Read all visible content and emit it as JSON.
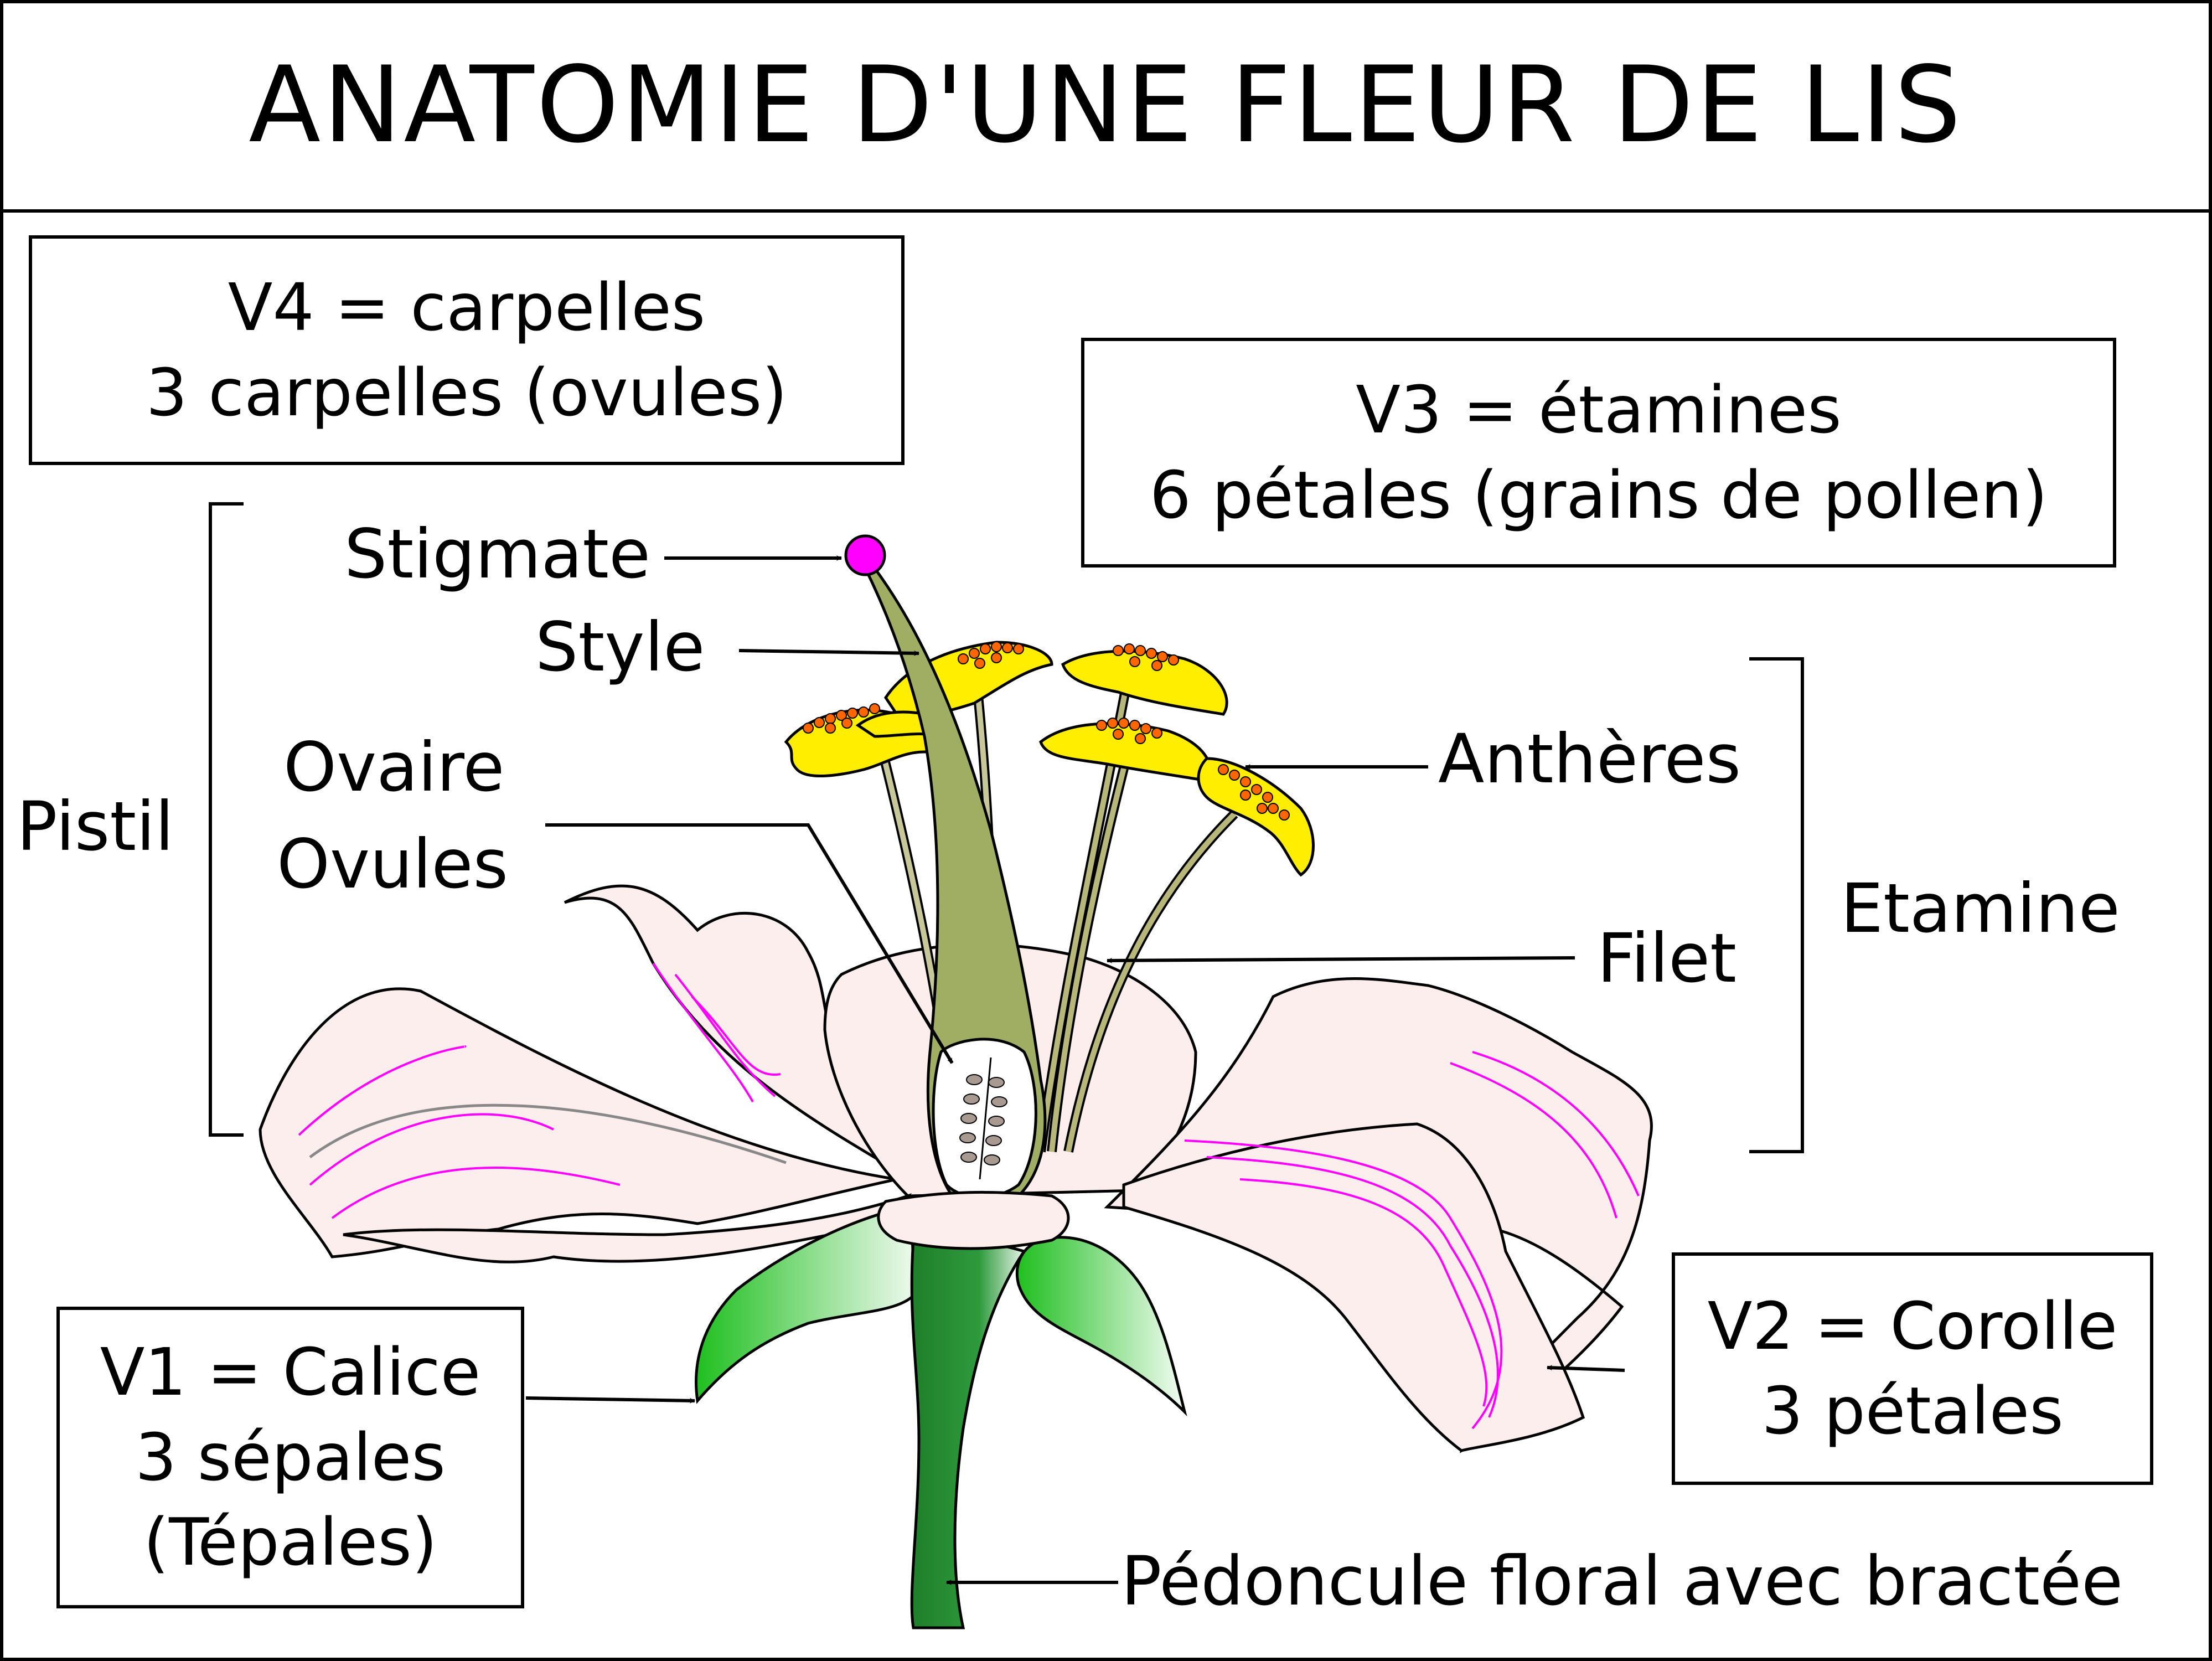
{
  "title": "ANATOMIE D'UNE FLEUR DE LIS",
  "boxes": {
    "v4": {
      "line1": "V4 = carpelles",
      "line2": "3 carpelles (ovules)"
    },
    "v3": {
      "line1": "V3 = étamines",
      "line2": "6 pétales (grains de pollen)"
    },
    "v1": {
      "line1": "V1 = Calice",
      "line2": "3 sépales",
      "line3": "(Tépales)"
    },
    "v2": {
      "line1": "V2 = Corolle",
      "line2": "3 pétales"
    }
  },
  "labels": {
    "stigmate": "Stigmate",
    "style": "Style",
    "ovaire": "Ovaire",
    "ovules": "Ovules",
    "pistil": "Pistil",
    "antheres": "Anthères",
    "filet": "Filet",
    "etamine": "Etamine",
    "pedoncule": "Pédoncule floral avec bractée"
  },
  "colors": {
    "petal": "#fdeeee",
    "petal_vein": "#ff00ff",
    "style": "#9fae62",
    "filament": "#c7c79a",
    "anther": "#ffee00",
    "pollen": "#ff6600",
    "stigma": "#ff00ff",
    "sepal": "#22cc22",
    "stem": "#228822",
    "ovule": "#a89a90"
  }
}
